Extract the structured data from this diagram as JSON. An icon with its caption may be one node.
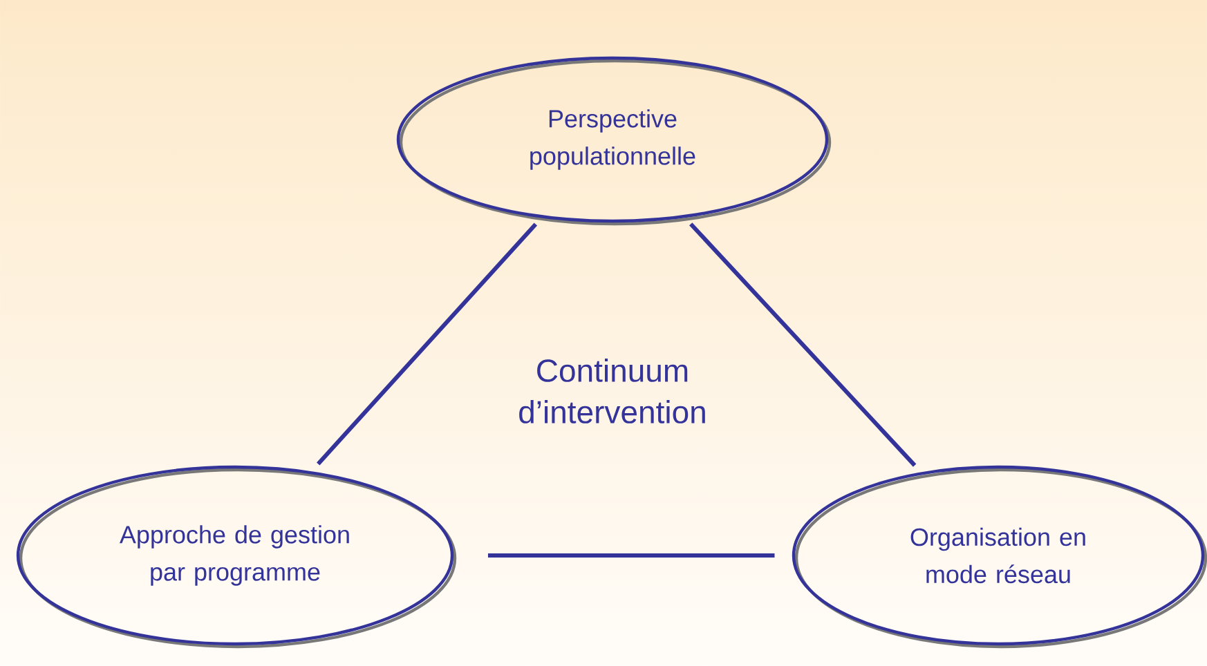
{
  "diagram": {
    "nodes": [
      {
        "text": [
          "Perspective populationnelle"
        ]
      },
      {
        "text": [
          "Approche de gestion par programme"
        ]
      },
      {
        "text": [
          "Organisation en mode réseau"
        ]
      }
    ],
    "edges": [
      {
        "from": 0,
        "to": 1,
        "arrow": "none"
      },
      {
        "from": 0,
        "to": 2,
        "arrow": "none"
      },
      {
        "from": 1,
        "to": 2,
        "arrow": "none"
      }
    ],
    "labels": [
      "Continuum d’intervention"
    ]
  }
}
